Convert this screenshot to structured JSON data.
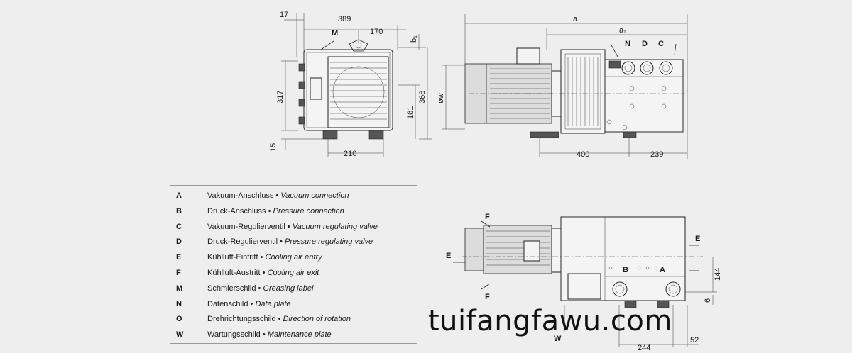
{
  "front_view": {
    "dims": {
      "d17": "17",
      "d389": "389",
      "d170": "170",
      "b1": "b₁",
      "d317": "317",
      "d368": "368",
      "d181": "181",
      "d15": "15",
      "d210": "210"
    },
    "labels": {
      "M": "M"
    }
  },
  "side_view": {
    "dims": {
      "a": "a",
      "a1": "a₁",
      "ow": "øw",
      "d400": "400",
      "d239": "239"
    },
    "labels": {
      "N": "N",
      "D": "D",
      "C": "C"
    }
  },
  "top_view": {
    "dims": {
      "d144": "144",
      "d6": "6",
      "d244": "244",
      "d52": "52"
    },
    "labels": {
      "F_top": "F",
      "F_bottom": "F",
      "E_left": "E",
      "E_right": "E",
      "B": "B",
      "A": "A",
      "W": "W"
    }
  },
  "legend": [
    {
      "key": "A",
      "de": "Vakuum-Anschluss",
      "en": "Vacuum connection"
    },
    {
      "key": "B",
      "de": "Druck-Anschluss",
      "en": "Pressure connection"
    },
    {
      "key": "C",
      "de": "Vakuum-Regulierventil",
      "en": "Vacuum regulating valve"
    },
    {
      "key": "D",
      "de": "Druck-Regulierventil",
      "en": "Pressure regulating valve"
    },
    {
      "key": "E",
      "de": "Kühlluft-Eintritt",
      "en": "Cooling air entry"
    },
    {
      "key": "F",
      "de": "Kühlluft-Austritt",
      "en": "Cooling air exit"
    },
    {
      "key": "M",
      "de": "Schmierschild",
      "en": "Greasing label"
    },
    {
      "key": "N",
      "de": "Datenschild",
      "en": "Data plate"
    },
    {
      "key": "O",
      "de": "Drehrichtungsschild",
      "en": "Direction of rotation"
    },
    {
      "key": "W",
      "de": "Wartungsschild",
      "en": "Maintenance plate"
    }
  ],
  "legend_separator": "•",
  "watermark": "tuifangfawu.com"
}
